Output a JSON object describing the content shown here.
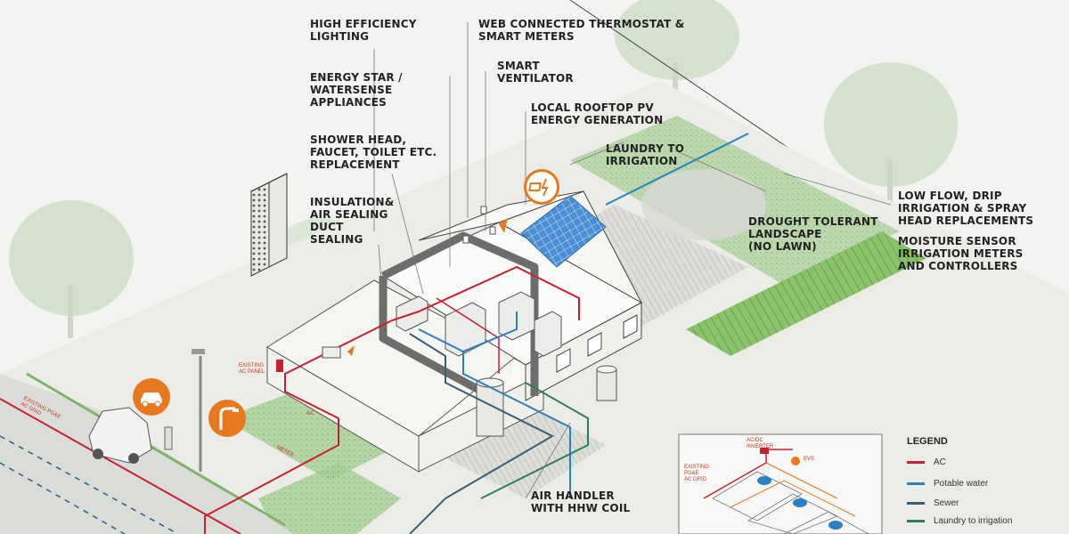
{
  "labels": {
    "high_efficiency_lighting": "HIGH EFFICIENCY\nLIGHTING",
    "thermostat_smart_meters": "WEB CONNECTED THERMOSTAT &\nSMART METERS",
    "energy_star": "ENERGY STAR /\nWATERSENSE\nAPPLIANCES",
    "smart_ventilator": "SMART\nVENTILATOR",
    "rooftop_pv": "LOCAL ROOFTOP PV\nENERGY GENERATION",
    "shower_head": "SHOWER HEAD,\nFAUCET, TOILET ETC.\nREPLACEMENT",
    "laundry_to_irrigation": "LAUNDRY TO\nIRRIGATION",
    "insulation": "INSULATION&\nAIR SEALING\nDUCT\nSEALING",
    "low_flow_irrigation": "LOW FLOW, DRIP\nIRRIGATION & SPRAY\nHEAD REPLACEMENTS",
    "drought_tolerant": "DROUGHT TOLERANT\nLANDSCAPE\n(NO LAWN)",
    "moisture_sensor": "MOISTURE SENSOR\nIRRIGATION METERS\nAND CONTROLLERS",
    "air_handler": "AIR HANDLER\nWITH HHW COIL"
  },
  "small_labels": {
    "existing_panel": "EXISTING\nAC PANEL",
    "existing_grid": "EXISTING PG&E\nAC GRID",
    "ac": "AC",
    "meter": "METER"
  },
  "inset": {
    "inverter": "AC/DC\nINVERTER",
    "evs": "EVS",
    "grid": "EXISTING\nPG&E\nAC GRID"
  },
  "legend": {
    "title": "LEGEND",
    "items": [
      {
        "label": "AC",
        "color": "#c8202f"
      },
      {
        "label": "Potable water",
        "color": "#2b7fc4"
      },
      {
        "label": "Sewer",
        "color": "#3b5d6e"
      },
      {
        "label": "Laundry to irrigation",
        "color": "#2e7d5b"
      }
    ]
  },
  "colors": {
    "accent_orange": "#e8781e",
    "ac": "#c8202f",
    "potable_water": "#2b7fc4",
    "sewer": "#3b5d6e",
    "laundry": "#2e7d5b",
    "grass": "#9cc58a",
    "solar": "#4a8fd4"
  },
  "icons": [
    "car-icon",
    "streetlight-icon",
    "solar-lightning-icon"
  ]
}
